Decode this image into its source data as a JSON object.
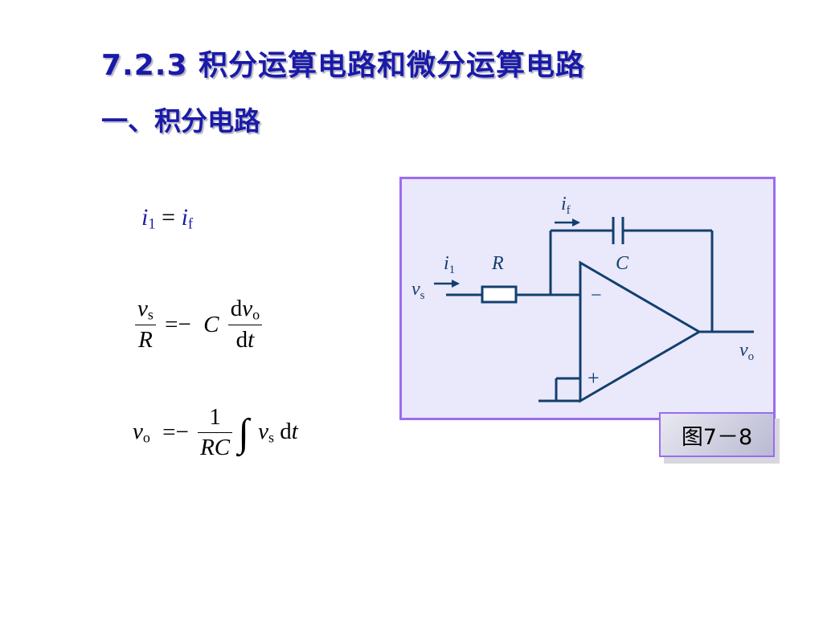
{
  "slide": {
    "title": "7.2.3  积分运算电路和微分运算电路",
    "subtitle": "一、积分电路"
  },
  "equations": {
    "eq1": {
      "i1": "i",
      "i1_sub": "1",
      "equals": "=",
      "if": "i",
      "if_sub": "f"
    },
    "eq2": {
      "lhs_num": "v",
      "lhs_num_sub": "s",
      "lhs_den": "R",
      "op": "=−",
      "coef": "C",
      "rhs_num_d": "d",
      "rhs_num_v": "v",
      "rhs_num_sub": "o",
      "rhs_den_d": "d",
      "rhs_den_t": "t"
    },
    "eq3": {
      "lhs": "v",
      "lhs_sub": "o",
      "op": "=−",
      "frac_num": "1",
      "frac_den": "RC",
      "integral": "∫",
      "integrand": "v",
      "integrand_sub": "s",
      "d": "d",
      "t": "t"
    }
  },
  "circuit": {
    "if_label": "i",
    "if_sub": "f",
    "i1_label": "i",
    "i1_sub": "1",
    "r_label": "R",
    "c_label": "C",
    "vs_label": "v",
    "vs_sub": "s",
    "vo_label": "v",
    "vo_sub": "o",
    "minus": "−",
    "plus": "+",
    "colors": {
      "wire": "#12406e",
      "background": "#eae8fb",
      "border": "#9b6cf0"
    }
  },
  "figure_label": "图7－8"
}
